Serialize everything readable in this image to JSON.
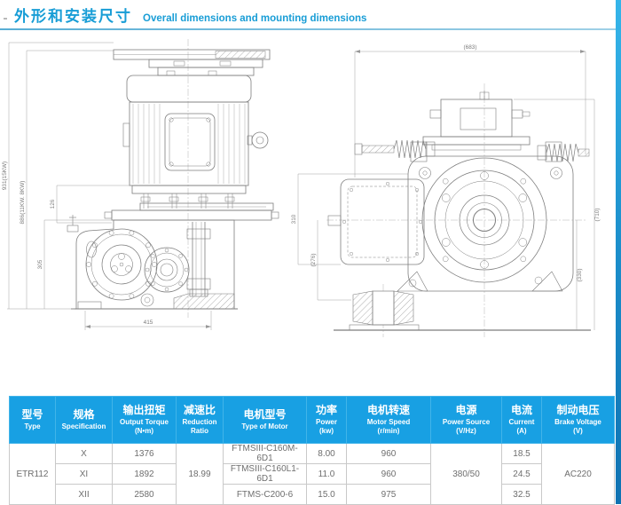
{
  "header": {
    "title_zh": "外形和安装尺寸",
    "title_en": "Overall dimensions and mounting dimensions",
    "accent_color": "#189dd6"
  },
  "drawings": {
    "left": {
      "view": "front view with motor and gearbox",
      "dim_total_15kw": "931(15KW)",
      "dim_total_8_11kw": "886(11KW. 8KW)",
      "dim_126": "126",
      "dim_305": "305",
      "dim_415": "415"
    },
    "right": {
      "view": "side view of traction machine",
      "dim_width": "(683)",
      "dim_310": "310",
      "dim_276": "(276)",
      "dim_710": "(710)",
      "dim_330": "(330)"
    }
  },
  "table": {
    "header_bg": "#18a0e3",
    "columns": [
      {
        "zh": "型号",
        "en": "Type",
        "unit": ""
      },
      {
        "zh": "规格",
        "en": "Specification",
        "unit": ""
      },
      {
        "zh": "输出扭矩",
        "en": "Output Torque",
        "unit": "(N•m)"
      },
      {
        "zh": "减速比",
        "en": "Reduction",
        "unit": "Ratio"
      },
      {
        "zh": "电机型号",
        "en": "Type of Motor",
        "unit": ""
      },
      {
        "zh": "功率",
        "en": "Power",
        "unit": "(kw)"
      },
      {
        "zh": "电机转速",
        "en": "Motor Speed",
        "unit": "(r/min)"
      },
      {
        "zh": "电源",
        "en": "Power Source",
        "unit": "(V/Hz)"
      },
      {
        "zh": "电流",
        "en": "Current",
        "unit": "(A)"
      },
      {
        "zh": "制动电压",
        "en": "Brake Voltage",
        "unit": "(V)"
      }
    ],
    "model": "ETR112",
    "reduction_ratio": "18.99",
    "power_source": "380/50",
    "brake_voltage": "AC220",
    "rows": [
      {
        "spec": "X",
        "torque": "1376",
        "motor": "FTMSIII-C160M-6D1",
        "power": "8.00",
        "speed": "960",
        "current": "18.5"
      },
      {
        "spec": "XI",
        "torque": "1892",
        "motor": "FTMSIII-C160L1-6D1",
        "power": "11.0",
        "speed": "960",
        "current": "24.5"
      },
      {
        "spec": "XII",
        "torque": "2580",
        "motor": "FTMS-C200-6",
        "power": "15.0",
        "speed": "975",
        "current": "32.5"
      }
    ]
  }
}
